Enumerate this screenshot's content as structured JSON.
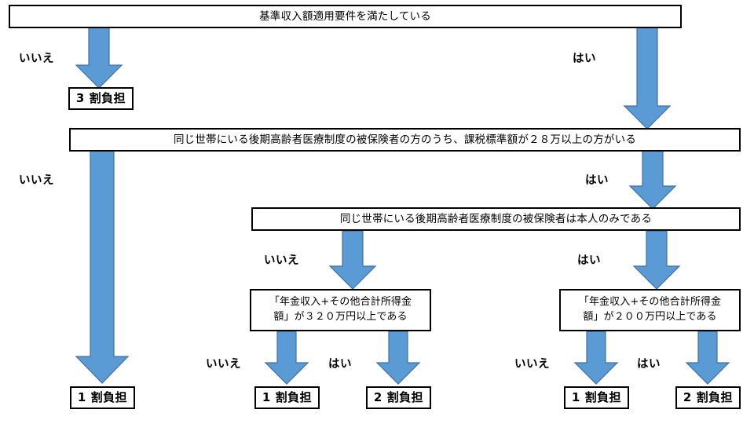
{
  "diagram": {
    "title_node": {
      "id": "q1",
      "text": "基準収入額適用要件を満たしている"
    },
    "questions": [
      {
        "id": "q2",
        "text": "同じ世帯にいる後期高齢者医療制度の被保険者の方のうち、課税標準額が２８万以上の方がいる"
      },
      {
        "id": "q3",
        "text": "同じ世帯にいる後期高齢者医療制度の被保険者は本人のみである"
      }
    ],
    "income_nodes": [
      {
        "id": "inc-left",
        "line1": "「年金収入+その他合計所得金",
        "line2": "額」が３２０万円以上である"
      },
      {
        "id": "inc-right",
        "line1": "「年金収入+その他合計所得金",
        "line2": "額」が２００万円以上である"
      }
    ],
    "results": [
      {
        "id": "r-3wari",
        "text": "3 割負担"
      },
      {
        "id": "r-1wari-left",
        "text": "1 割負担"
      },
      {
        "id": "r-1wari-mid",
        "text": "1 割負担"
      },
      {
        "id": "r-2wari-mid",
        "text": "2 割負担"
      },
      {
        "id": "r-1wari-right",
        "text": "1 割負担"
      },
      {
        "id": "r-2wari-right",
        "text": "2 割負担"
      }
    ],
    "branch_labels": {
      "no": "いいえ",
      "yes": "はい"
    },
    "edge_labels": [
      {
        "id": "edge-q1-no",
        "text": "いいえ"
      },
      {
        "id": "edge-q1-yes",
        "text": "はい"
      },
      {
        "id": "edge-q2-no",
        "text": "いいえ"
      },
      {
        "id": "edge-q2-yes",
        "text": "はい"
      },
      {
        "id": "edge-q3-no",
        "text": "いいえ"
      },
      {
        "id": "edge-q3-yes",
        "text": "はい"
      },
      {
        "id": "edge-incleft-no",
        "text": "いいえ"
      },
      {
        "id": "edge-incleft-yes",
        "text": "はい"
      },
      {
        "id": "edge-incright-no",
        "text": "いいえ"
      },
      {
        "id": "edge-incright-yes",
        "text": "はい"
      }
    ],
    "colors": {
      "arrow_fill": "#5B9BD5",
      "arrow_stroke": "#41719C",
      "node_border": "#000000",
      "node_background": "#FFFFFF",
      "text": "#000000",
      "canvas": "#FFFFFF"
    }
  }
}
